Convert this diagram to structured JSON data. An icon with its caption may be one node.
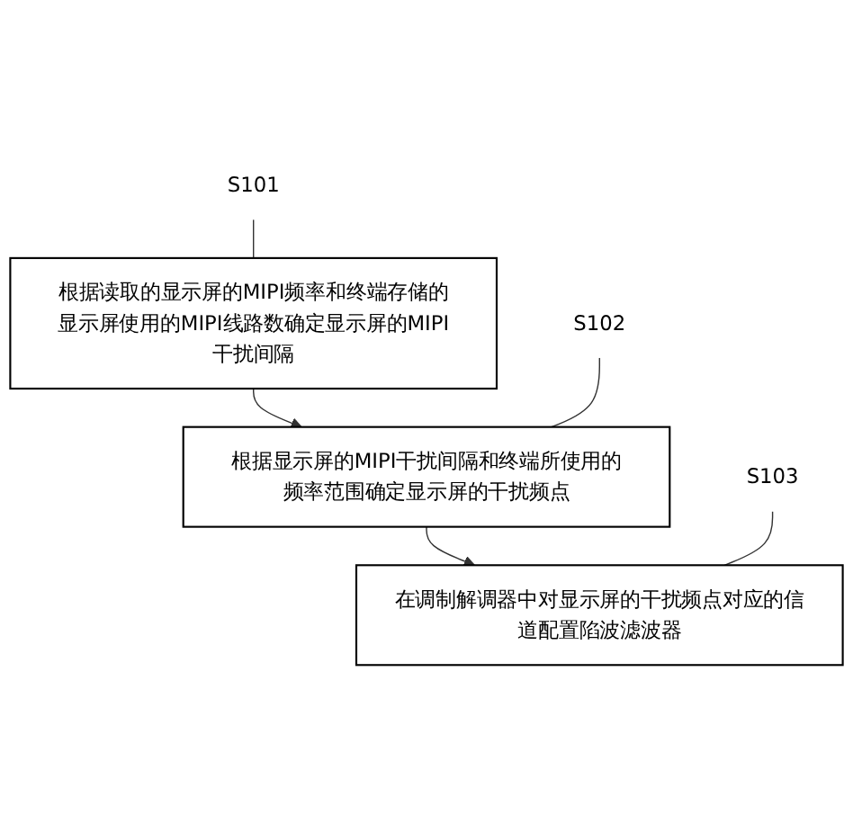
{
  "diagram": {
    "nodes": [
      {
        "text": [
          "S101"
        ]
      },
      {
        "text": [
          "根据读取的显示屏的MIPI频率和终端存储的显示屏使用的MIPI线路数确定显示屏的MIPI干扰间隔"
        ]
      },
      {
        "text": [
          "S102"
        ]
      },
      {
        "text": [
          "根据显示屏的MIPI干扰间隔和终端所使用的频率范围确定显示屏的干扰频点"
        ]
      },
      {
        "text": [
          "S103"
        ]
      },
      {
        "text": [
          "在调制解调器中对显示屏的干扰频点对应的信道配置陷波滤波器"
        ]
      }
    ],
    "edges": [
      {
        "from": 0,
        "to": 1,
        "arrow": "none"
      },
      {
        "from": 1,
        "to": 3,
        "arrow": "to"
      },
      {
        "from": 2,
        "to": 3,
        "arrow": "none"
      },
      {
        "from": 3,
        "to": 5,
        "arrow": "to"
      },
      {
        "from": 4,
        "to": 5,
        "arrow": "none"
      }
    ]
  }
}
